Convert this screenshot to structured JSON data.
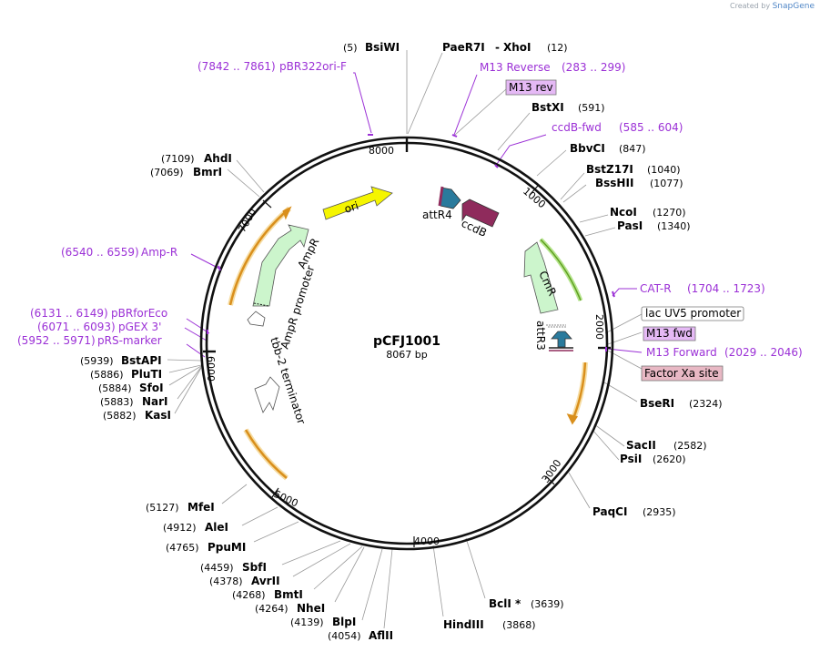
{
  "credit": {
    "prefix": "Created by",
    "brand": "SnapGene"
  },
  "plasmid": {
    "name": "pCFJ1001",
    "length": "8067 bp"
  },
  "ticks": [
    "1000",
    "2000",
    "3000",
    "4000",
    "5000",
    "6000",
    "7000",
    "8000"
  ],
  "sites": [
    {
      "pos": "(5)",
      "name": "BsiWI"
    },
    {
      "pos": "(12)",
      "name": "PaeR7I",
      "name2": "XhoI"
    },
    {
      "pos": "(591)",
      "name": "BstXI"
    },
    {
      "pos": "(847)",
      "name": "BbvCI"
    },
    {
      "pos": "(1040)",
      "name": "BstZ17I"
    },
    {
      "pos": "(1077)",
      "name": "BssHII"
    },
    {
      "pos": "(1270)",
      "name": "NcoI"
    },
    {
      "pos": "(1340)",
      "name": "PasI"
    },
    {
      "pos": "(2324)",
      "name": "BseRI"
    },
    {
      "pos": "(2582)",
      "name": "SacII"
    },
    {
      "pos": "(2620)",
      "name": "PsiI"
    },
    {
      "pos": "(2935)",
      "name": "PaqCI"
    },
    {
      "pos": "(3639)",
      "name": "BclI *"
    },
    {
      "pos": "(3868)",
      "name": "HindIII"
    },
    {
      "pos": "(4054)",
      "name": "AflII"
    },
    {
      "pos": "(4139)",
      "name": "BlpI"
    },
    {
      "pos": "(4264)",
      "name": "NheI"
    },
    {
      "pos": "(4268)",
      "name": "BmtI"
    },
    {
      "pos": "(4378)",
      "name": "AvrII"
    },
    {
      "pos": "(4459)",
      "name": "SbfI"
    },
    {
      "pos": "(4765)",
      "name": "PpuMI"
    },
    {
      "pos": "(4912)",
      "name": "AleI"
    },
    {
      "pos": "(5127)",
      "name": "MfeI"
    },
    {
      "pos": "(5882)",
      "name": "KasI"
    },
    {
      "pos": "(5883)",
      "name": "NarI"
    },
    {
      "pos": "(5884)",
      "name": "SfoI"
    },
    {
      "pos": "(5886)",
      "name": "PluTI"
    },
    {
      "pos": "(5939)",
      "name": "BstAPI"
    },
    {
      "pos": "(7069)",
      "name": "BmrI"
    },
    {
      "pos": "(7109)",
      "name": "AhdI"
    }
  ],
  "primers": [
    {
      "name": "pBR322ori-F",
      "range": "(7842 .. 7861)"
    },
    {
      "name": "M13 Reverse",
      "range": "(283 .. 299)"
    },
    {
      "name": "ccdB-fwd",
      "range": "(585 .. 604)"
    },
    {
      "name": "CAT-R",
      "range": "(1704 .. 1723)"
    },
    {
      "name": "M13 Forward",
      "range": "(2029 .. 2046)"
    },
    {
      "name": "Amp-R",
      "range": "(6540 .. 6559)"
    },
    {
      "name": "pBRforEco",
      "range": "(6131 .. 6149)"
    },
    {
      "name": "pGEX 3'",
      "range": "(6071 .. 6093)"
    },
    {
      "name": "pRS-marker",
      "range": "(5952 .. 5971)"
    }
  ],
  "boxed_features": [
    {
      "label": "M13 rev",
      "style": "purple"
    },
    {
      "label": "lac UV5 promoter",
      "style": "white"
    },
    {
      "label": "M13 fwd",
      "style": "purple"
    },
    {
      "label": "Factor Xa site",
      "style": "pink"
    }
  ],
  "features": {
    "ori": "ori",
    "attR4": "attR4",
    "ccdB": "ccdB",
    "CmR": "CmR",
    "attR3": "attR3",
    "AmpR": "AmpR",
    "AmpR_promoter": "AmpR promoter",
    "tbb2": "tbb-2 terminator"
  },
  "colors": {
    "primer": "#9b30d6",
    "ori": "#f5f500",
    "ccdB": "#8f2b5c",
    "att": "#2a7a9c",
    "resistance": "#ccf5cc",
    "cmr_line": "#7fd03a",
    "orf_orange": "#d88a10",
    "box_purple": "#e5b9f5",
    "box_pink": "#e8b8c4"
  }
}
